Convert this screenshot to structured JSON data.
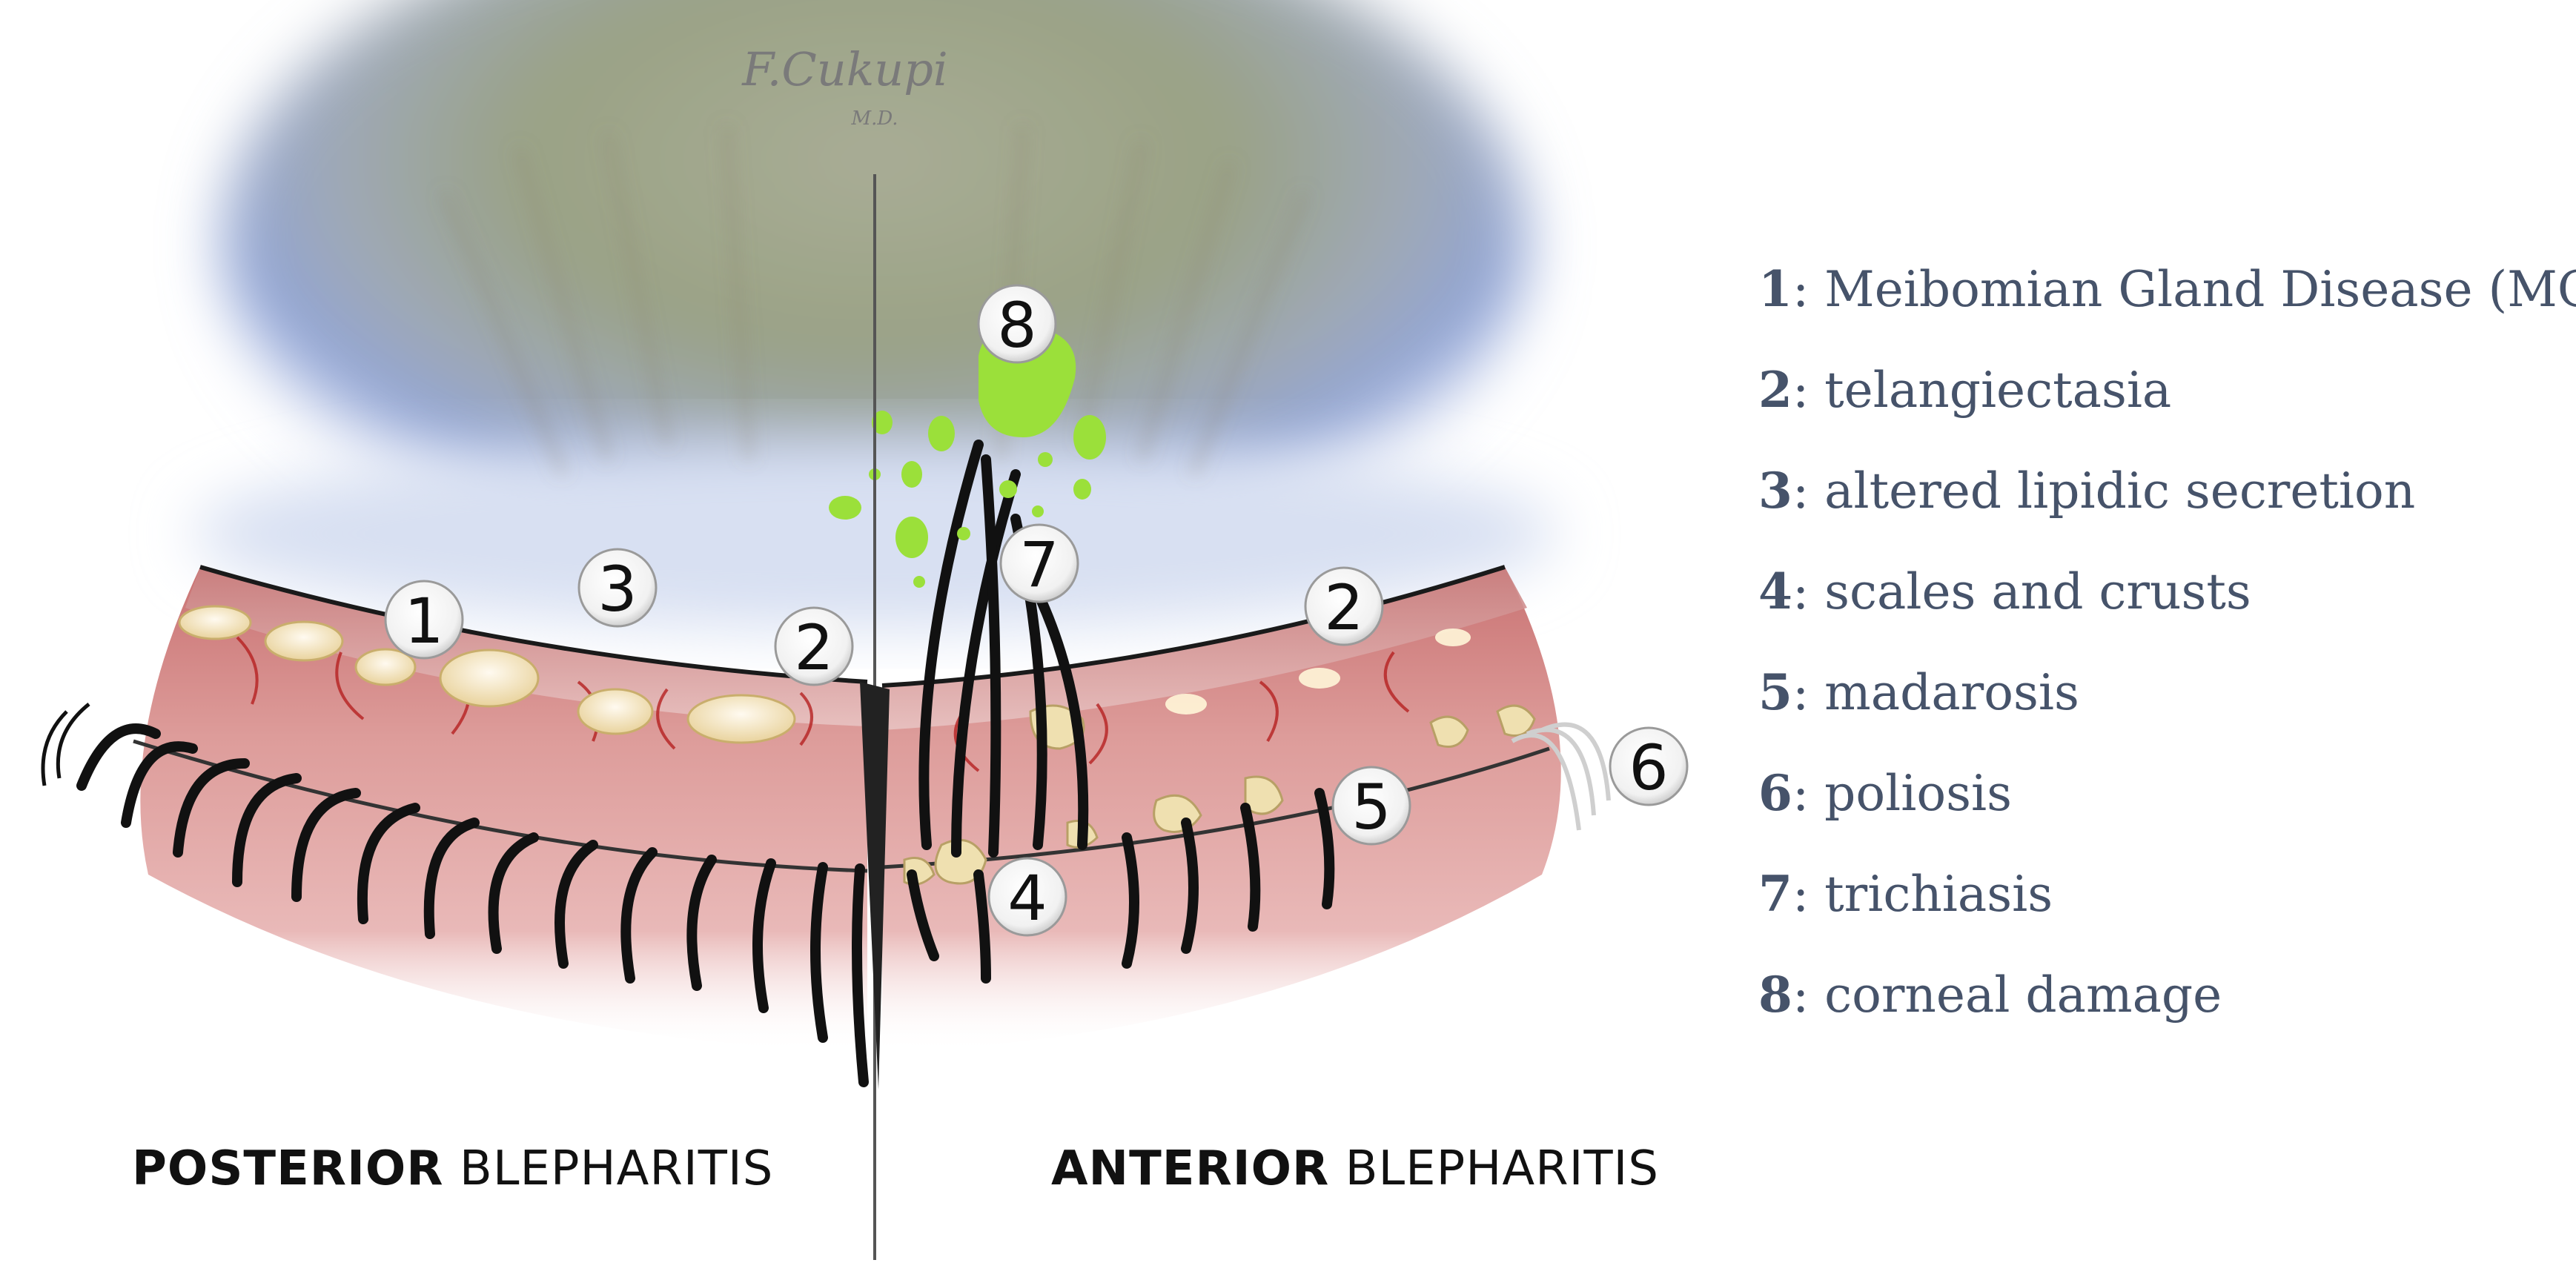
{
  "signature": {
    "name": "F.Cukupi",
    "title": "M.D."
  },
  "captions": {
    "posterior": {
      "strong": "POSTERIOR",
      "rest": " BLEPHARITIS"
    },
    "anterior": {
      "strong": "ANTERIOR",
      "rest": " BLEPHARITIS"
    }
  },
  "legend": [
    {
      "num": "1",
      "label": ": Meibomian Gland Disease (MGD)"
    },
    {
      "num": "2",
      "label": ": telangiectasia"
    },
    {
      "num": "3",
      "label": ": altered lipidic secretion"
    },
    {
      "num": "4",
      "label": ": scales and crusts"
    },
    {
      "num": "5",
      "label": ": madarosis"
    },
    {
      "num": "6",
      "label": ": poliosis"
    },
    {
      "num": "7",
      "label": ": trichiasis"
    },
    {
      "num": "8",
      "label": ": corneal damage"
    }
  ],
  "markers": [
    "1",
    "2",
    "3",
    "2",
    "4",
    "5",
    "6",
    "7",
    "8"
  ],
  "colors": {
    "eyelid": "#d98c8c",
    "eyelid_dark": "#b55a5a",
    "sclera_blue": "#8ea3d8",
    "iris": "#9aa58a",
    "fluorescein": "#9be03a",
    "gland": "#f3e3b8",
    "legend_text": "#46536a"
  }
}
